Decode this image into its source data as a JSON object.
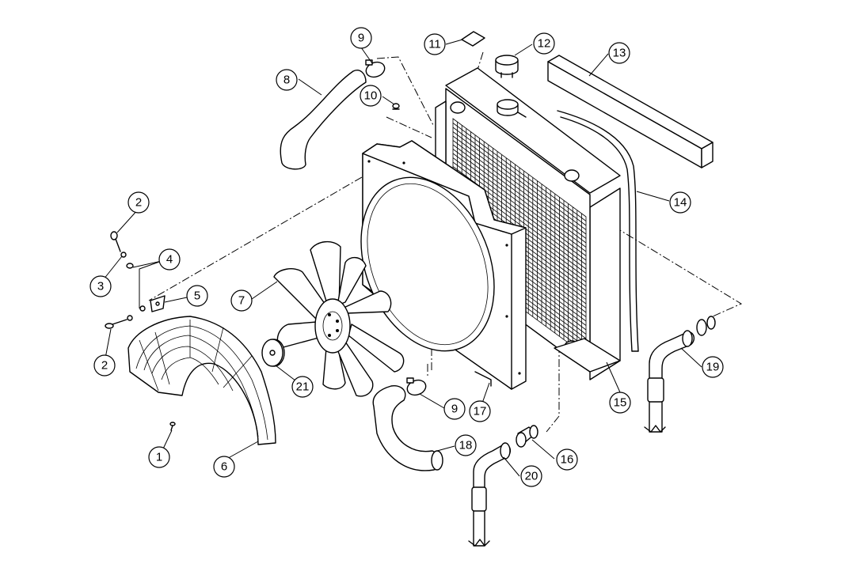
{
  "callouts": [
    "1",
    "2",
    "3",
    "4",
    "5",
    "6",
    "7",
    "8",
    "9",
    "10",
    "11",
    "12",
    "13",
    "14",
    "15",
    "16",
    "17",
    "18",
    "19",
    "20",
    "21"
  ],
  "colors": {
    "line": "#000000",
    "background": "#ffffff"
  }
}
